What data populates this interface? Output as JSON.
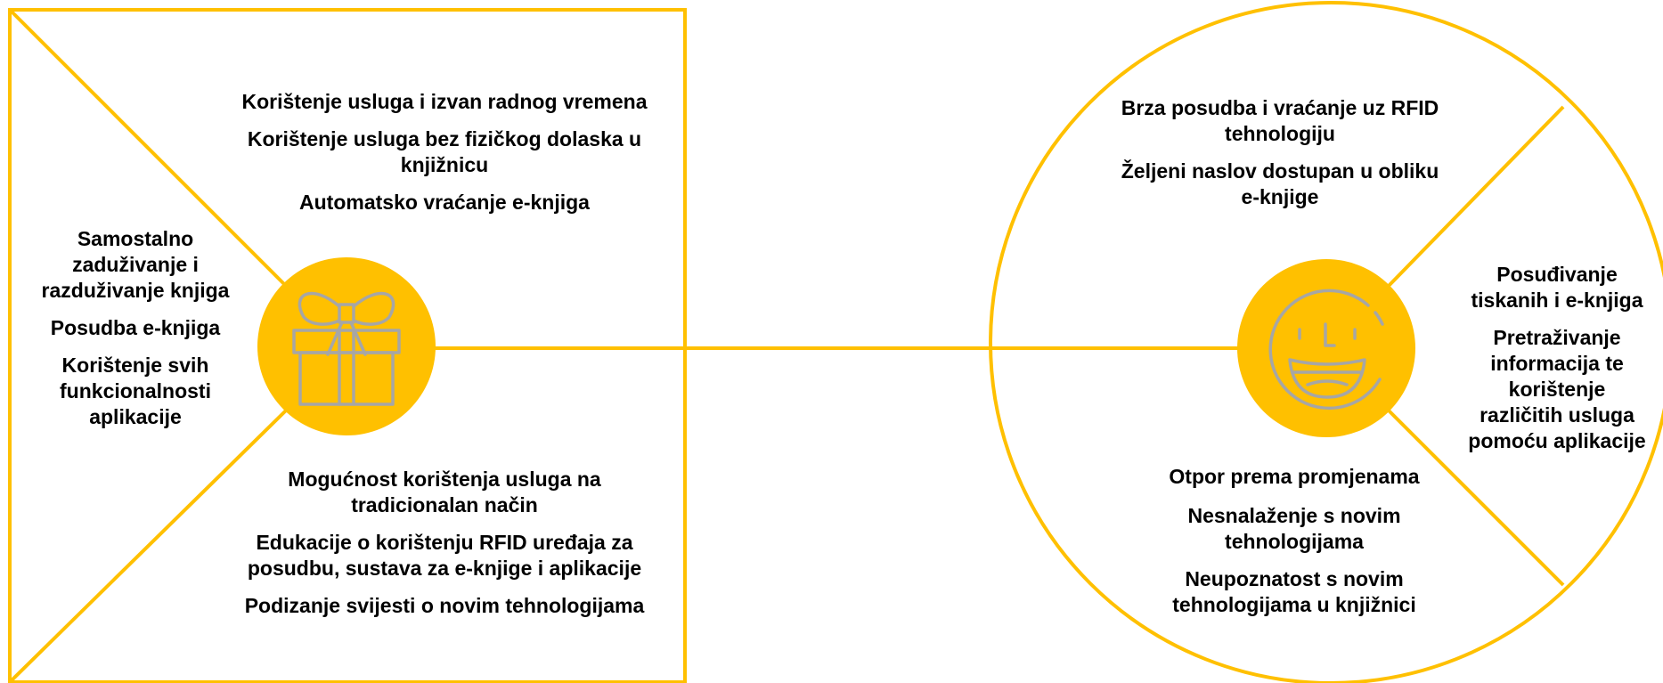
{
  "colors": {
    "accent": "#FFC000",
    "icon_stroke": "#A6A6A6",
    "text": "#000000",
    "background": "#FFFFFF"
  },
  "gift_panel": {
    "icon": "gift-icon",
    "top": [
      "Korištenje usluga i izvan radnog vremena",
      "Korištenje usluga bez fizičkog dolaska u",
      "knjižnicu",
      "Automatsko vraćanje e-knjiga"
    ],
    "left": [
      "Samostalno",
      "zaduživanje i",
      "razduživanje knjiga",
      "Posudba e-knjiga",
      "Korištenje svih",
      "funkcionalnosti",
      "aplikacije"
    ],
    "bottom": [
      "Mogućnost korištenja usluga na",
      "tradicionalan način",
      "Edukacije o korištenju RFID uređaja za",
      "posudbu, sustava za e-knjige i aplikacije",
      "Podizanje svijesti o novim tehnologijama"
    ]
  },
  "smile_panel": {
    "icon": "smiling-face-icon",
    "top": [
      "Brza posudba i vraćanje uz RFID",
      "tehnologiju",
      "Željeni naslov dostupan u obliku",
      "e-knjige"
    ],
    "right": [
      "Posuđivanje",
      "tiskanih i e-knjiga",
      "Pretraživanje",
      "informacija te",
      "korištenje",
      "različitih usluga",
      "pomoću aplikacije"
    ],
    "bottom": [
      "Otpor prema promjenama",
      "Nesnalaženje s novim",
      "tehnologijama",
      "Neupoznatost s novim",
      "tehnologijama u knjižnici"
    ]
  }
}
